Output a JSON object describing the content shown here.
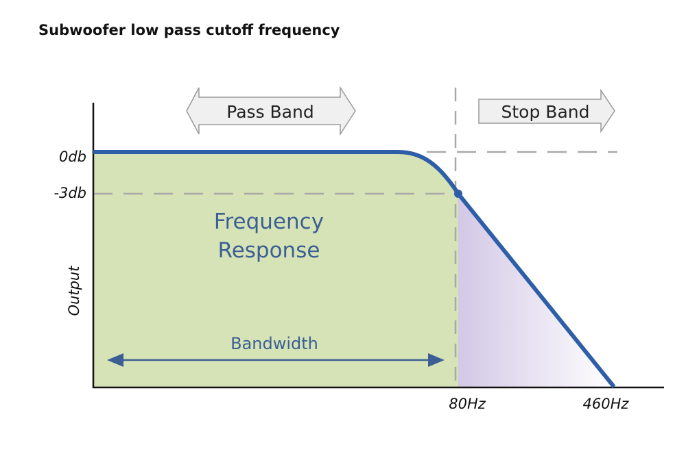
{
  "title": "Subwoofer low pass cutoff frequency",
  "y_axis_label": "Output",
  "levels": {
    "zero_db": "0db",
    "minus3_db": "-3db"
  },
  "x_ticks": {
    "cutoff": "80Hz",
    "end": "460Hz"
  },
  "bands": {
    "pass": "Pass Band",
    "stop": "Stop Band"
  },
  "region_label_line1": "Frequency",
  "region_label_line2": "Response",
  "bandwidth_label": "Bandwidth",
  "colors": {
    "curve": "#2f5ea8",
    "pass_fill": "#d6e3b6",
    "stop_fill": "#ddd3ea",
    "label_blue": "#3b5f94",
    "dashed": "#a8a8a8"
  }
}
